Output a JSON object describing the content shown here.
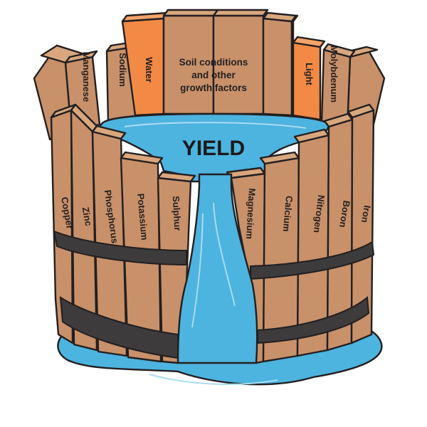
{
  "title": "YIELD",
  "colors": {
    "wood": "#c8916a",
    "wood_top": "#d9a77e",
    "wood_shade": "#b07a55",
    "highlight": "#f28a45",
    "highlight_top": "#f6a36a",
    "water": "#4db3df",
    "water_light": "#7cc8ea",
    "band": "#3d3b3c",
    "outline": "#231f20"
  },
  "back_staves": [
    {
      "label": "Manganese",
      "highlight": false
    },
    {
      "label": "Sodium",
      "highlight": false
    },
    {
      "label": "Water",
      "highlight": true
    },
    {
      "label": "",
      "highlight": false
    },
    {
      "label": "",
      "highlight": false
    },
    {
      "label": "",
      "highlight": false
    },
    {
      "label": "",
      "highlight": false
    },
    {
      "label": "Light",
      "highlight": true
    },
    {
      "label": "Molybdenum",
      "highlight": false
    }
  ],
  "center_label": {
    "line1": "Soil conditions",
    "line2": "and other",
    "line3": "growth factors"
  },
  "front_left_staves": [
    {
      "label": "Copper"
    },
    {
      "label": "Zinc"
    },
    {
      "label": "Phosphorus"
    },
    {
      "label": "Potassium"
    },
    {
      "label": "Sulphur"
    }
  ],
  "front_right_staves": [
    {
      "label": "Magnesium"
    },
    {
      "label": "Calcium"
    },
    {
      "label": "Nitrogen"
    },
    {
      "label": "Boron"
    },
    {
      "label": "Iron"
    }
  ]
}
